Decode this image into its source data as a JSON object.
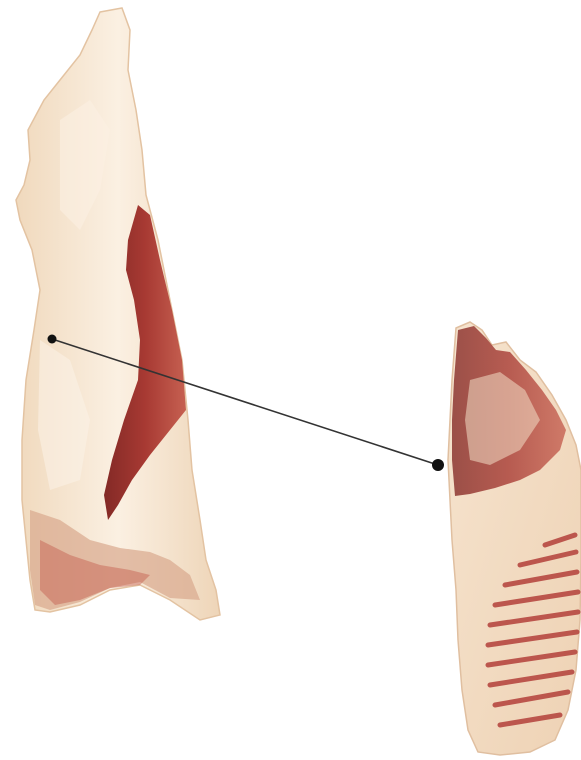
{
  "illustration": {
    "colors": {
      "fat": "#f3dfc6",
      "fat_highlight": "#fbf0e2",
      "fat_shadow": "#e7c8a8",
      "lean": "#a3302a",
      "lean_dark": "#7d1f1c",
      "lean_light": "#c45a4b",
      "bone": "#f6e9d6",
      "leader_line": "#333333"
    },
    "icons": [
      "carcass-side-shape",
      "primal-cut-shape",
      "leader-line"
    ]
  }
}
